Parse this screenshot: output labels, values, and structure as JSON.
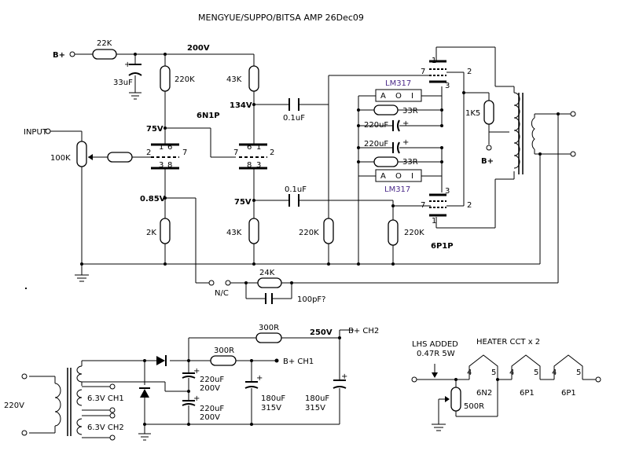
{
  "title": "MENGYUE/SUPPO/BITSA AMP 26Dec09",
  "labels": {
    "bplus_in": "B+",
    "r22k": "22K",
    "v200": "200V",
    "c33uf": "33uF",
    "r220k_a": "220K",
    "r43k_a": "43K",
    "tube_6n1p": "6N1P",
    "v134": "134V",
    "c01_a": "0.1uF",
    "v75_a": "75V",
    "input": "INPUT",
    "pot100k": "100K",
    "v085": "0.85V",
    "r2k": "2K",
    "v75_b": "75V",
    "r43k_b": "43K",
    "c01_b": "0.1uF",
    "r220k_b": "220K",
    "r220k_c": "220K",
    "lm317_a": "LM317",
    "lm317_b": "LM317",
    "aoi_a": "A",
    "aoi_o": "O",
    "aoi_i": "I",
    "r33_a": "33R",
    "r33_b": "33R",
    "c220_a": "220uF",
    "c220_b": "220uF",
    "r1k5": "1K5",
    "bplus_ct": "B+",
    "tube_6p1p": "6P1P",
    "r24k": "24K",
    "nc": "N/C",
    "c100pf": "100pF?",
    "pin1": "1",
    "pin2": "2",
    "pin3": "3",
    "pin6": "6",
    "pin7": "7",
    "pin8": "8",
    "plus": "+"
  },
  "psu": {
    "r300_top": "300R",
    "v250": "250V",
    "bplus_ch2": "B+ CH2",
    "r300_mid": "300R",
    "bplus_ch1": "B+ CH1",
    "v220": "220V",
    "ch1_heater": "6.3V CH1",
    "ch2_heater": "6.3V CH2",
    "cap_a": "220uF",
    "cap_a_v": "200V",
    "cap_b": "220uF",
    "cap_b_v": "200V",
    "cap_c": "180uF",
    "cap_c_v": "315V",
    "cap_d": "180uF",
    "cap_d_v": "315V"
  },
  "heater": {
    "title": "HEATER CCT x 2",
    "note_line1": "LHS ADDED",
    "note_line2": "0.47R 5W",
    "pot": "500R",
    "tube_a": "6N2",
    "tube_b": "6P1",
    "tube_c": "6P1",
    "pin4": "4",
    "pin5": "5"
  }
}
